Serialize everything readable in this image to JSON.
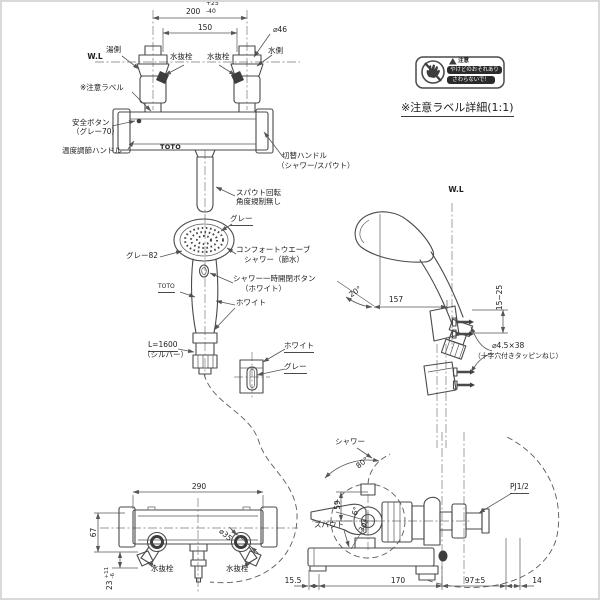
{
  "main_view": {
    "wl": "W.L",
    "dim_pitch": "200",
    "dim_pitch_tol_plus": "+25",
    "dim_pitch_tol_minus": "-40",
    "dim_150": "150",
    "dim_d46": "⌀46",
    "hot_side": "湯側",
    "cold_side": "水側",
    "drain_plug_left": "水抜栓",
    "drain_plug_right": "水抜栓",
    "caution_label": "※注意ラベル",
    "safety_button_1": "安全ボタン",
    "safety_button_2": "（グレー70）",
    "temp_handle": "温度調節ハンドル",
    "body_logo": "TOTO",
    "switch_handle_1": "切替ハンドル",
    "switch_handle_2": "（シャワー/スパウト）",
    "spout_note_1": "スパウト回転",
    "spout_note_2": "角度規制無し",
    "head_color": "グレー",
    "head_ring_color": "グレー82",
    "shower_name_1": "コンフォートウエーブ",
    "shower_name_2": "シャワー（節水）",
    "pause_button_1": "シャワー一時開閉ボタン",
    "pause_button_2": "（ホワイト）",
    "handle_logo": "TOTO",
    "handle_color": "ホワイト",
    "hose_length": "L=1600",
    "hose_color": "（シルバー）"
  },
  "holder_detail": {
    "white": "ホワイト",
    "gray": "グレー"
  },
  "warning_label": {
    "header": "注意",
    "line1": "やけどのおそれあり",
    "line2": "さわらないで！",
    "caption": "※注意ラベル詳細(1:1)"
  },
  "hanger_view": {
    "wl": "W.L",
    "angle": "20°",
    "dim_157": "157",
    "dim_clearance": "15~25",
    "screw_spec_1": "⌀4.5×38",
    "screw_spec_2": "（十字穴付きタッピンねじ）"
  },
  "front_view": {
    "dim_290": "290",
    "dim_67": "67",
    "dim_23": "23",
    "dim_23_plus": "+11",
    "dim_23_minus": "-6",
    "dim_d35": "⌀35",
    "drain_plug_left": "水抜栓",
    "drain_plug_right": "水抜栓"
  },
  "side_view": {
    "shower": "シャワー",
    "spout": "スパウト",
    "angle_80": "80°",
    "angle_30": "30°",
    "angle_6": "6°",
    "dim_59": "59",
    "thread": "PJ1/2",
    "dim_15_5": "15.5",
    "dim_170": "170",
    "dim_97": "97±5",
    "dim_14": "14"
  }
}
